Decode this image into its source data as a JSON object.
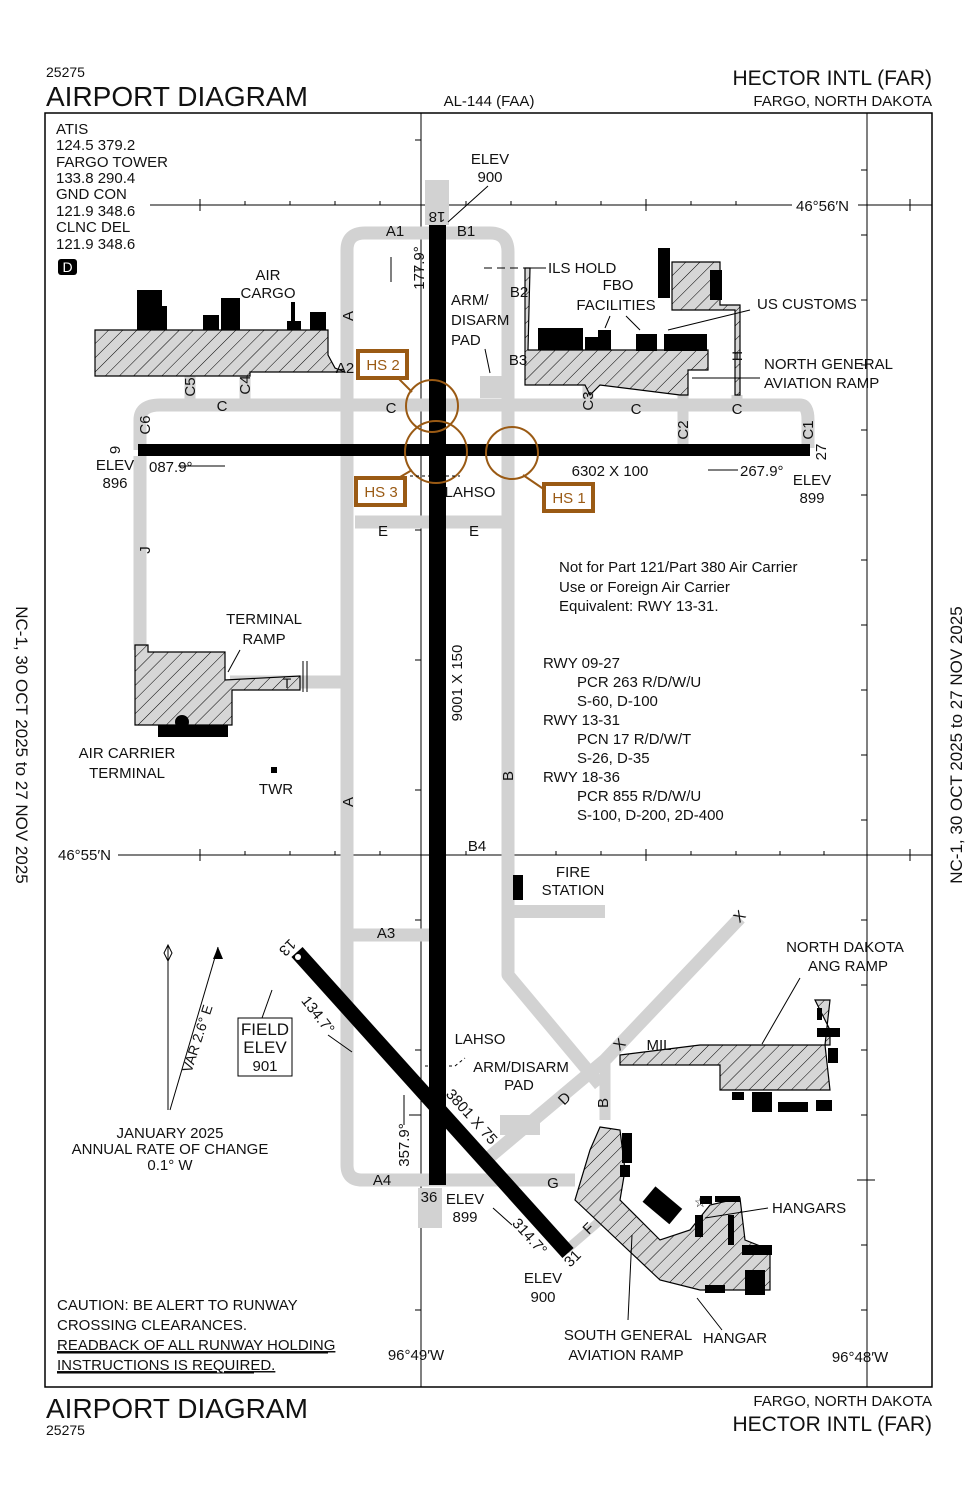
{
  "header": {
    "chart_id": "25275",
    "title": "AIRPORT DIAGRAM",
    "chart_code": "AL-144 (FAA)",
    "airport": "HECTOR INTL (FAR)",
    "location": "FARGO, NORTH DAKOTA"
  },
  "side_note": "NC-1, 30 OCT 2025 to 27 NOV 2025",
  "frequencies": [
    "ATIS",
    "124.5  379.2",
    "FARGO TOWER",
    "133.8  290.4",
    "GND CON",
    "121.9  348.6",
    "CLNC DEL",
    "121.9  348.6"
  ],
  "badge": "D",
  "coordinates": {
    "lat_north": "46°56′N",
    "lat_south": "46°55′N",
    "lon_west": "96°49′W",
    "lon_east": "96°48′W"
  },
  "runways": {
    "ends": {
      "r18": "18",
      "r36": "36",
      "r9": "9",
      "r27": "27",
      "r13": "13",
      "r31": "31"
    },
    "dims": {
      "r18_36": "9001 X 150",
      "r9_27": "6302 X 100",
      "r13_31": "3801 X 75"
    },
    "headings": {
      "r18": "177.9°",
      "r36": "357.9°",
      "r9": "087.9°",
      "r27": "267.9°",
      "r13": "134.7°",
      "r31": "314.7°"
    }
  },
  "elevations": {
    "label": "ELEV",
    "r18": "900",
    "r9": "896",
    "r27": "899",
    "r36": "899",
    "r31": "900"
  },
  "hot_spots": [
    "HS 1",
    "HS 2",
    "HS 3"
  ],
  "taxiways": [
    "A1",
    "B1",
    "A2",
    "B2",
    "B3",
    "C5",
    "C4",
    "C3",
    "C2",
    "C1",
    "C6",
    "C",
    "C",
    "C",
    "C",
    "E",
    "E",
    "J",
    "A",
    "A",
    "B",
    "B4",
    "A3",
    "A4",
    "G",
    "D",
    "B",
    "F",
    "X",
    "X",
    "T",
    "H"
  ],
  "facilities": {
    "ils_hold": "ILS HOLD",
    "arm_disarm_1": [
      "ARM/",
      "DISARM",
      "PAD"
    ],
    "air_cargo": [
      "AIR",
      "CARGO"
    ],
    "fbo": [
      "FBO",
      "FACILITIES"
    ],
    "us_customs": "US CUSTOMS",
    "north_ga": [
      "NORTH GENERAL",
      "AVIATION RAMP"
    ],
    "lahso": "LAHSO",
    "terminal_ramp": [
      "TERMINAL",
      "RAMP"
    ],
    "air_carrier_terminal": [
      "AIR CARRIER",
      "TERMINAL"
    ],
    "twr": "TWR",
    "fire_station": [
      "FIRE",
      "STATION"
    ],
    "nd_ang": [
      "NORTH DAKOTA",
      "ANG RAMP"
    ],
    "mil": "MIL",
    "arm_disarm_2": [
      "ARM/DISARM",
      "PAD"
    ],
    "hangars": "HANGARS",
    "hangar": "HANGAR",
    "south_ga": [
      "SOUTH GENERAL",
      "AVIATION RAMP"
    ]
  },
  "notes": [
    "Not for Part 121/Part 380 Air Carrier",
    "Use or Foreign Air Carrier",
    "Equivalent: RWY 13-31."
  ],
  "pavement": [
    {
      "rwy": "RWY 09-27",
      "pcr": "PCR 263 R/D/W/U",
      "wt": "S-60, D-100"
    },
    {
      "rwy": "RWY 13-31",
      "pcr": "PCN 17 R/D/W/T",
      "wt": "S-26, D-35"
    },
    {
      "rwy": "RWY 18-36",
      "pcr": "PCR 855 R/D/W/U",
      "wt": "S-100, D-200, 2D-400"
    }
  ],
  "field_elev": [
    "FIELD",
    "ELEV",
    "901"
  ],
  "magnetic": {
    "var": "VAR 2.6° E",
    "lines": [
      "JANUARY 2025",
      "ANNUAL RATE OF CHANGE",
      "0.1° W"
    ]
  },
  "caution": [
    "CAUTION: BE ALERT TO RUNWAY",
    "CROSSING CLEARANCES.",
    "READBACK OF ALL RUNWAY HOLDING",
    "INSTRUCTIONS IS REQUIRED."
  ],
  "colors": {
    "hot_spot": "#9a5a14",
    "taxiway": "#d2d2d2",
    "ramp": "#d6d6d6"
  }
}
